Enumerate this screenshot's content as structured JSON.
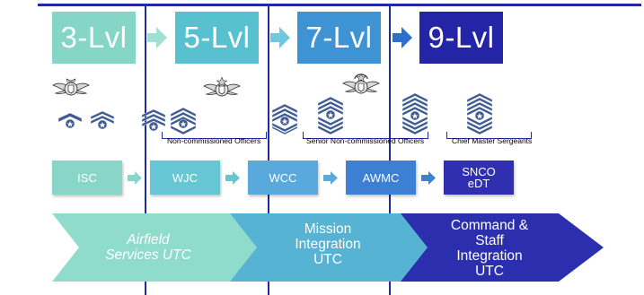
{
  "colors": {
    "rule": "#1f2aa3",
    "lvl3": "#86d6c7",
    "lvl5": "#58c1d0",
    "lvl7": "#3d93d4",
    "lvl9": "#2324a6",
    "arrow3": "#9fe0d2",
    "arrow5": "#6fc8de",
    "arrow7": "#2d70cc",
    "course_isc": "#89d6c8",
    "course_wjc": "#66c6d3",
    "course_wcc": "#59a9dd",
    "course_awmc": "#3d7fd3",
    "course_snco": "#2f2fb0",
    "chev1": "#8fdccd",
    "chev2": "#56b3d3",
    "chev3": "#2b2fae",
    "insignia": "#3f5a91"
  },
  "levels": [
    {
      "label": "3-Lvl"
    },
    {
      "label": "5-Lvl"
    },
    {
      "label": "7-Lvl"
    },
    {
      "label": "9-Lvl"
    }
  ],
  "badges": [
    "senior-badge-icon",
    "master-badge-icon",
    "command-badge-icon"
  ],
  "ranks": [
    "airman-stripe-icon",
    "airman-first-class-stripe-icon",
    "senior-airman-stripe-icon",
    "staff-sergeant-stripe-icon",
    "technical-sergeant-stripe-icon",
    "master-sergeant-stripe-icon",
    "senior-master-sergeant-stripe-icon",
    "chief-master-sergeant-stripe-icon"
  ],
  "groups": {
    "nco": "Non-commissioned Officers",
    "snco": "Senior Non-commissioned Officers",
    "cms": "Chief Master Sergeants"
  },
  "courses": [
    {
      "lines": [
        "ISC"
      ]
    },
    {
      "lines": [
        "WJC"
      ]
    },
    {
      "lines": [
        "WCC"
      ]
    },
    {
      "lines": [
        "AWMC"
      ]
    },
    {
      "lines": [
        "SNCO",
        "eDT"
      ]
    }
  ],
  "chevrons": [
    {
      "lines": [
        "Airfield",
        "Services UTC"
      ]
    },
    {
      "lines": [
        "Mission",
        "Integration",
        "UTC"
      ]
    },
    {
      "lines": [
        "Command &",
        "Staff",
        "Integration",
        "UTC"
      ]
    }
  ]
}
